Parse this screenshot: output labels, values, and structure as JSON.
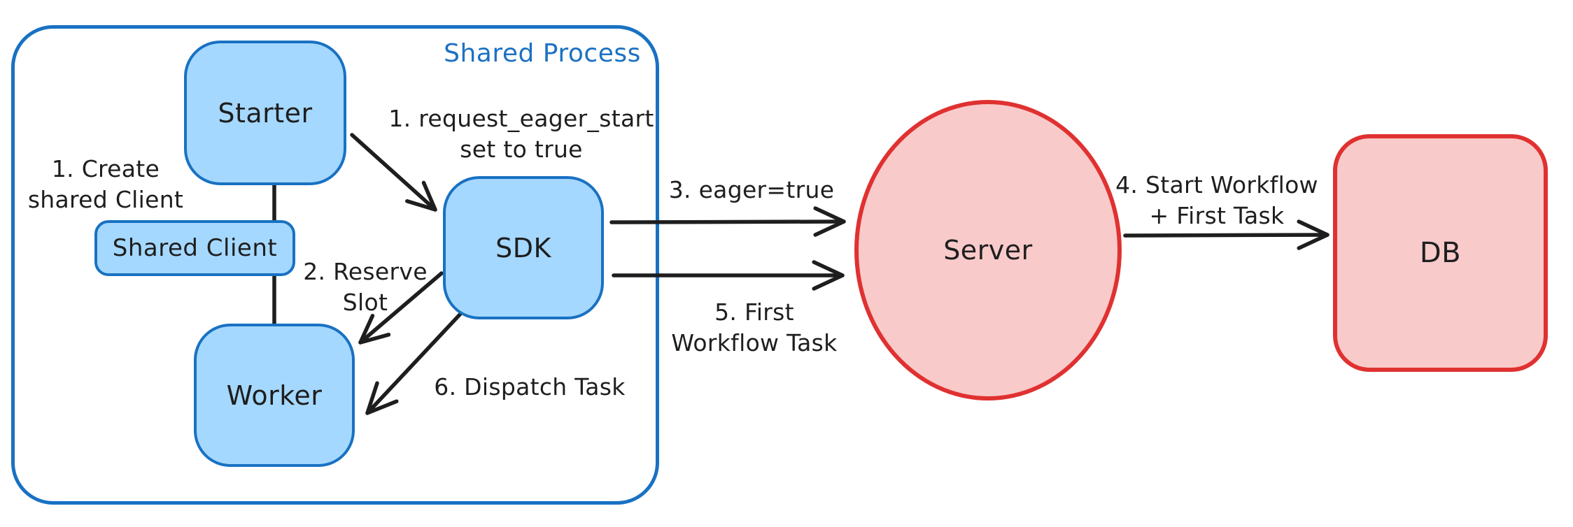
{
  "colors": {
    "blue_fill": "#a5d8ff",
    "blue_stroke": "#1971c2",
    "red_fill": "#f9caca",
    "red_stroke": "#e03131",
    "ink": "#1e1e1e",
    "label_blue": "#1c71c2"
  },
  "container": {
    "label": "Shared Process"
  },
  "nodes": {
    "starter": {
      "label": "Starter"
    },
    "shared_client": {
      "label": "Shared Client"
    },
    "worker": {
      "label": "Worker"
    },
    "sdk": {
      "label": "SDK"
    },
    "server": {
      "label": "Server"
    },
    "db": {
      "label": "DB"
    }
  },
  "annotations": {
    "create_client": "1. Create\nshared Client",
    "request_eager_start": "1. request_eager_start\nset to true",
    "reserve_slot": "2. Reserve\nSlot",
    "eager_true": "3. eager=true",
    "start_workflow": "4. Start Workflow\n+ First Task",
    "first_workflow_task": "5. First\nWorkflow Task",
    "dispatch_task": "6. Dispatch Task"
  }
}
